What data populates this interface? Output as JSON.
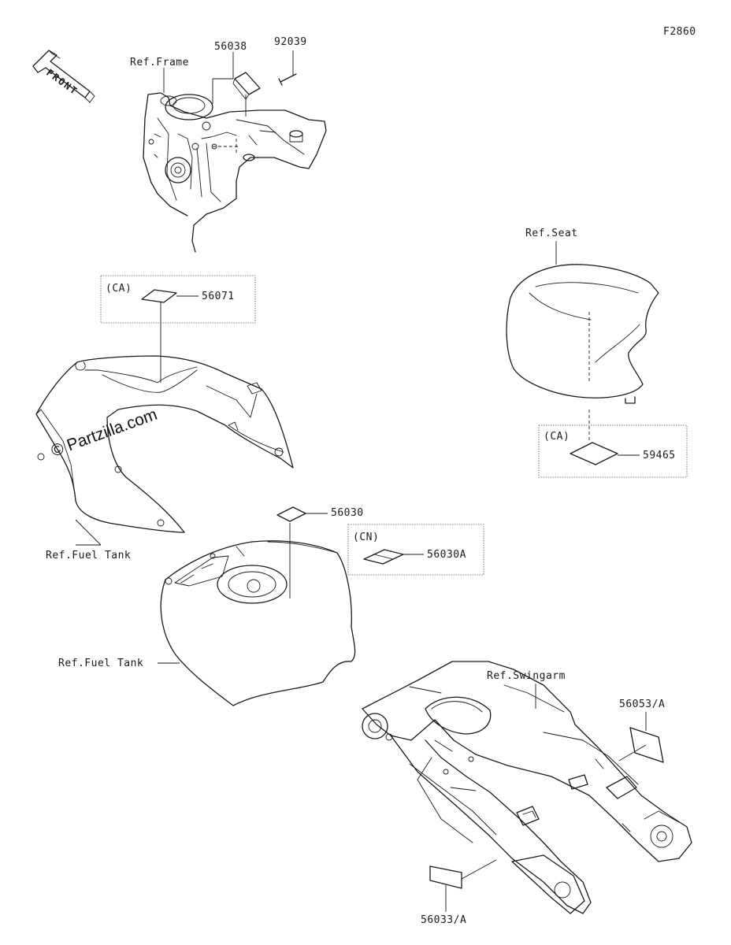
{
  "figure_code": "F2860",
  "front_arrow_label": "FRONT",
  "watermark": "© Partzilla.com",
  "refs": {
    "frame": "Ref.Frame",
    "seat": "Ref.Seat",
    "fuel_tank_cover": "Ref.Fuel Tank",
    "fuel_tank": "Ref.Fuel Tank",
    "swingarm": "Ref.Swingarm"
  },
  "regions": {
    "ca_top": "(CA)",
    "ca_seat": "(CA)",
    "cn": "(CN)"
  },
  "parts": {
    "p56038": "56038",
    "p92039": "92039",
    "p56071": "56071",
    "p59465": "59465",
    "p56030": "56030",
    "p56030A": "56030A",
    "p56053A": "56053/A",
    "p56033A": "56033/A"
  },
  "colors": {
    "line": "#1a1a1a",
    "background": "#ffffff"
  },
  "icons": [
    "front-arrow-icon"
  ]
}
